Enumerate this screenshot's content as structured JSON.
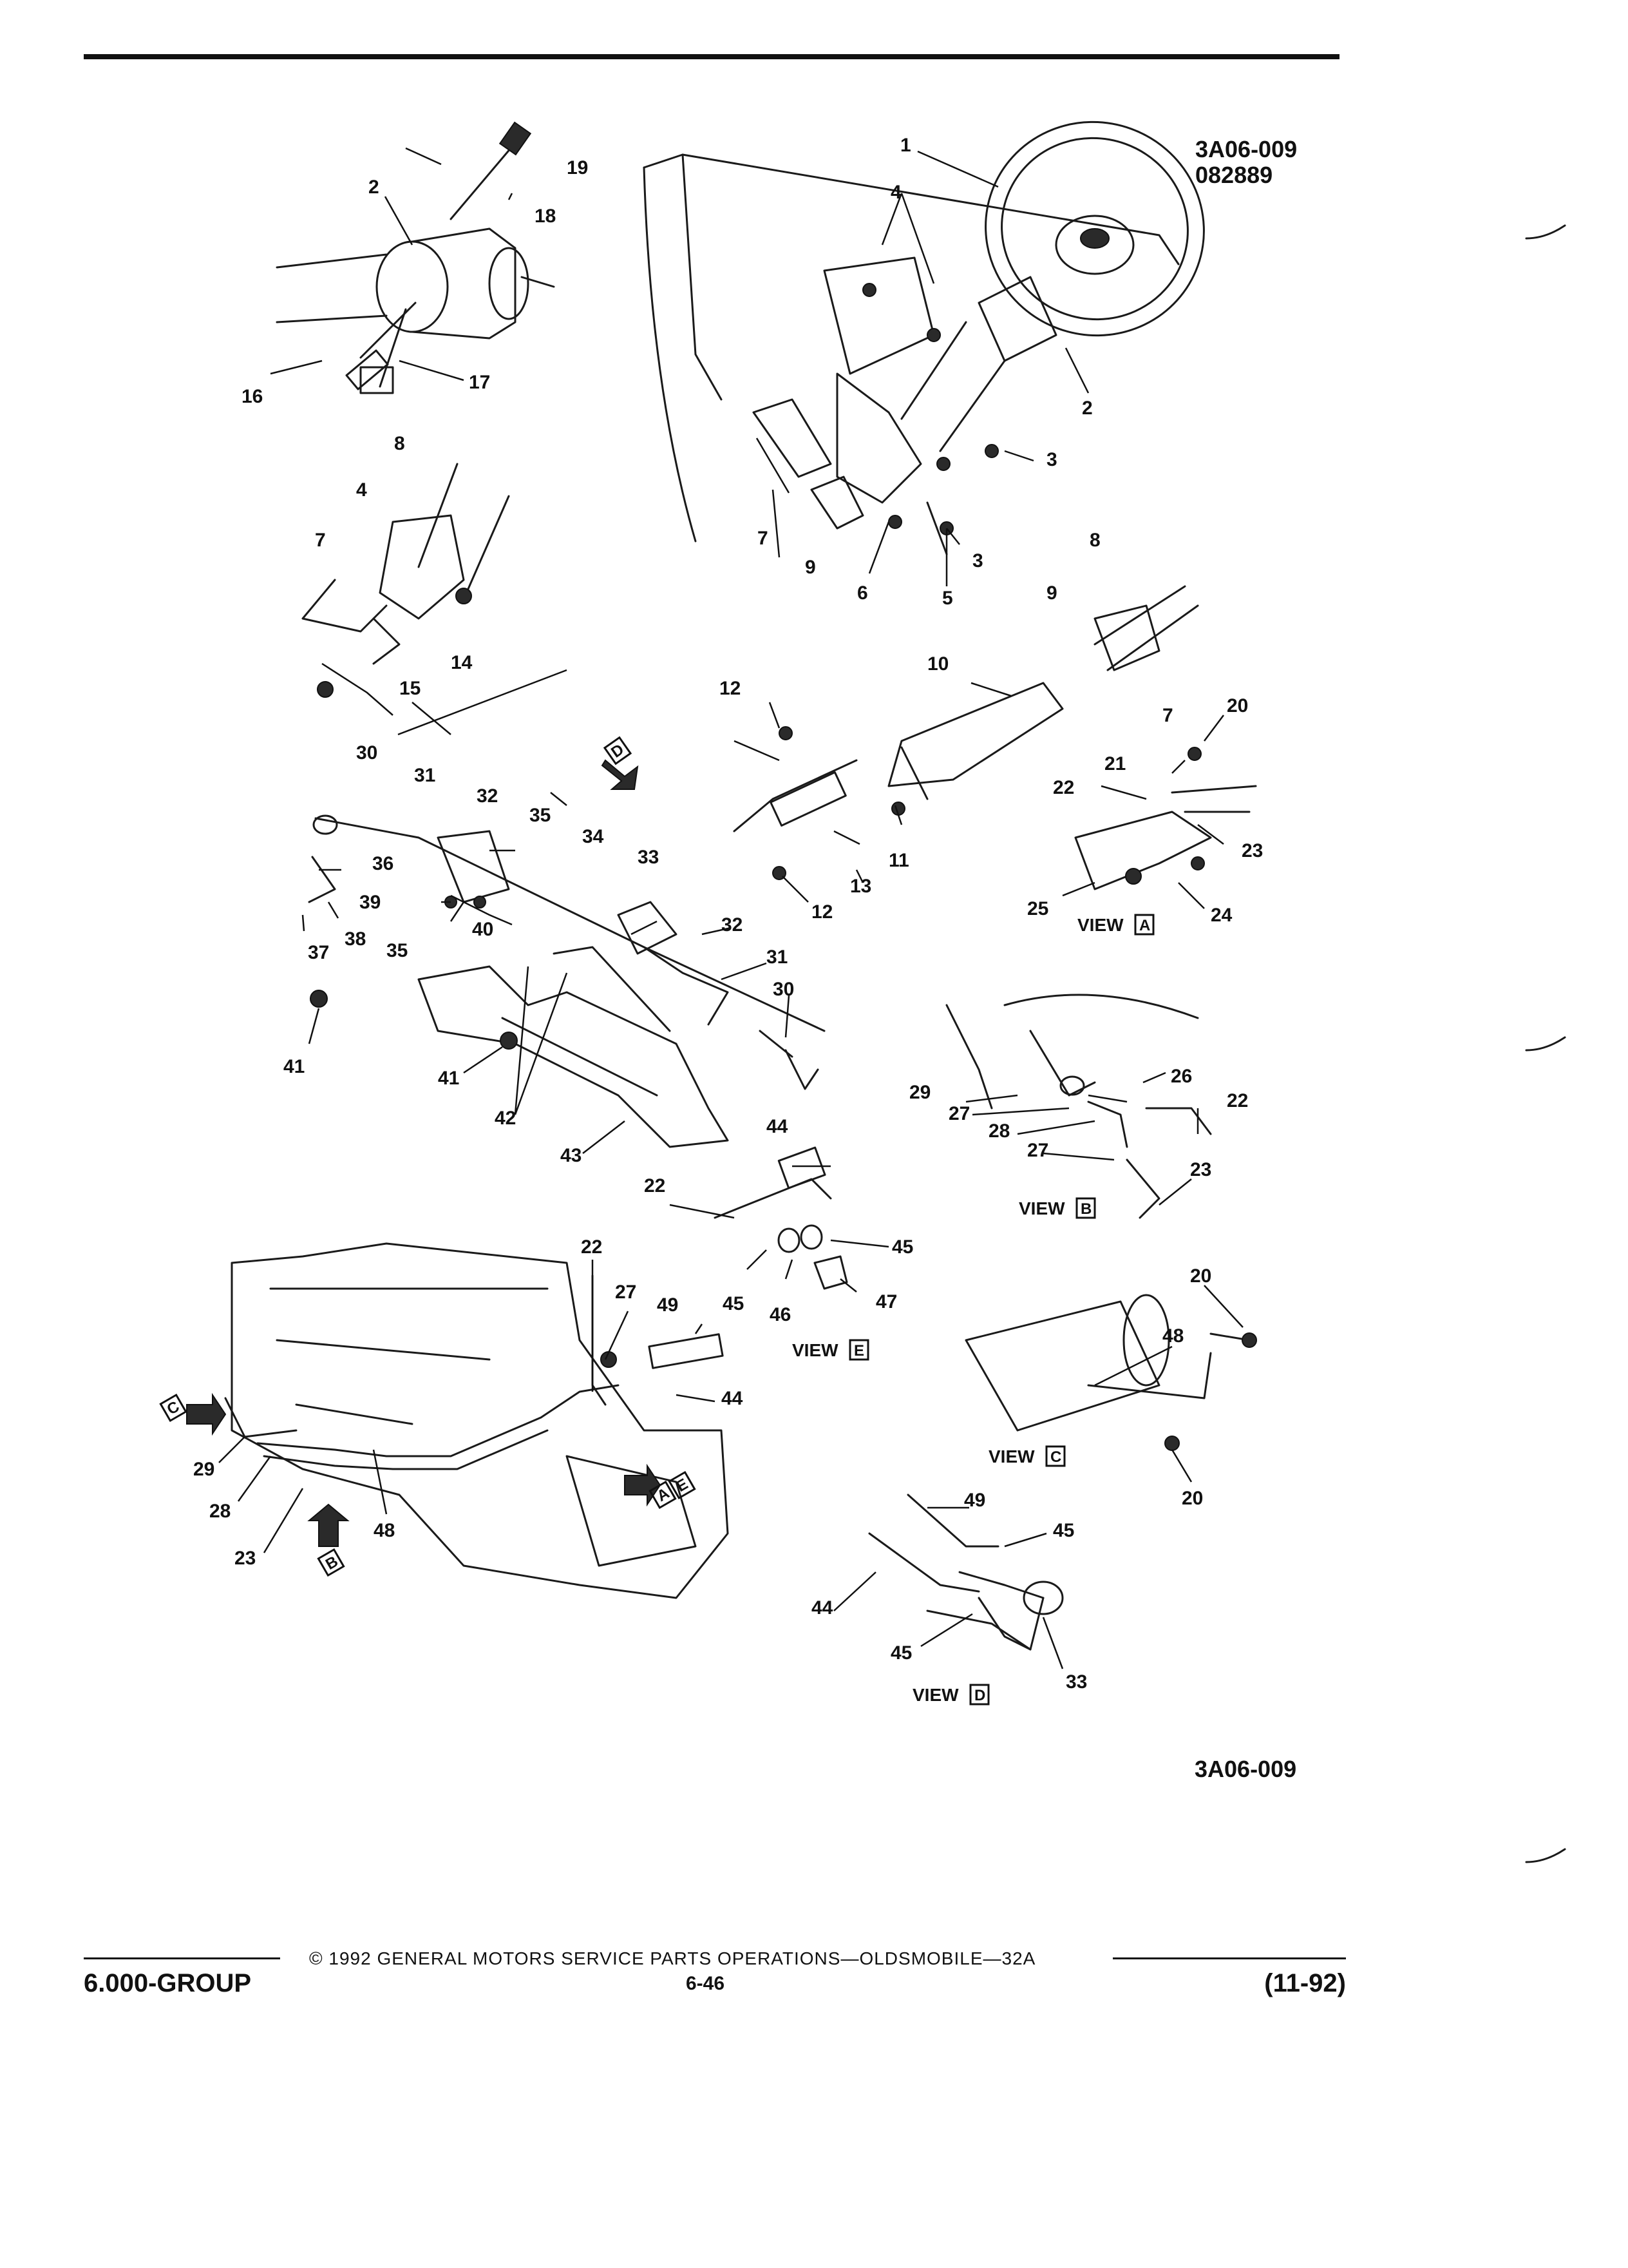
{
  "drawing_id": "3A06-009",
  "drawing_date": "082889",
  "figure_id_bottom": "3A06-009",
  "callouts": [
    "1",
    "2",
    "3",
    "4",
    "5",
    "6",
    "7",
    "8",
    "9",
    "10",
    "11",
    "12",
    "13",
    "14",
    "15",
    "16",
    "17",
    "18",
    "19",
    "20",
    "21",
    "22",
    "23",
    "24",
    "25",
    "26",
    "27",
    "28",
    "29",
    "30",
    "31",
    "32",
    "33",
    "34",
    "35",
    "36",
    "37",
    "38",
    "39",
    "40",
    "41",
    "42",
    "43",
    "44",
    "45",
    "46",
    "47",
    "48",
    "49"
  ],
  "views": {
    "word": "VIEW",
    "a": "A",
    "b": "B",
    "c": "C",
    "d": "D",
    "e": "E"
  },
  "footer": {
    "copyright": "© 1992 GENERAL MOTORS SERVICE PARTS OPERATIONS—OLDSMOBILE—32A",
    "group": "6.000-GROUP",
    "page": "6-46",
    "date": "(11-92)"
  }
}
